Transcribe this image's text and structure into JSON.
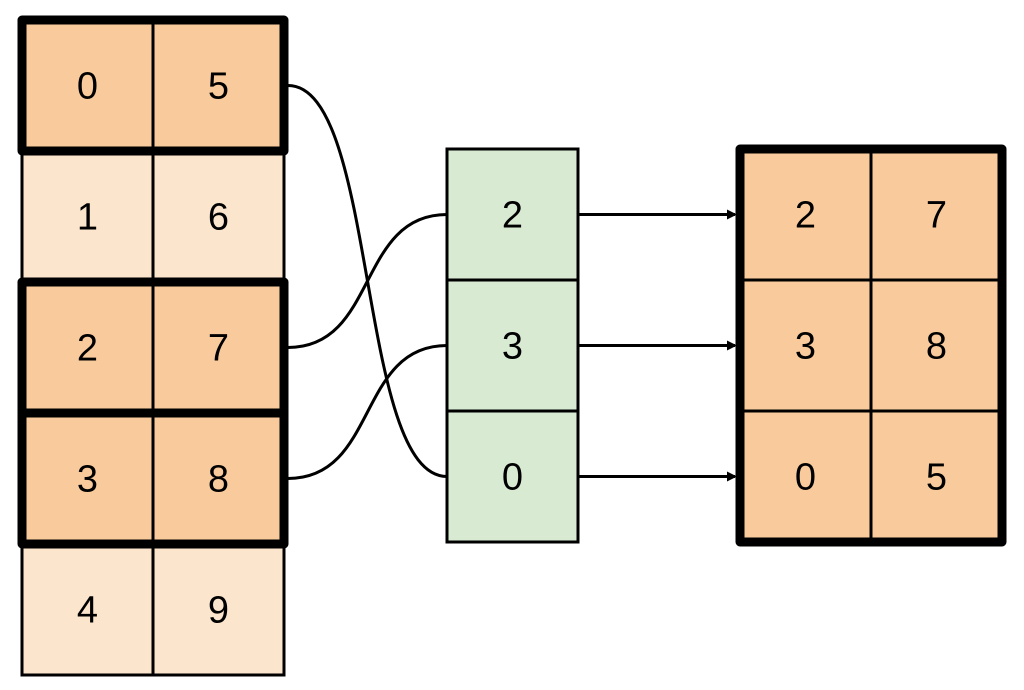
{
  "colors": {
    "selected_fill": "#f9cb9c",
    "unselected_fill": "#fce5cd",
    "index_fill": "#d9ead3",
    "stroke": "#000000",
    "background": "#ffffff"
  },
  "source_matrix": {
    "rows": [
      {
        "values": [
          "0",
          "5"
        ],
        "selected": true
      },
      {
        "values": [
          "1",
          "6"
        ],
        "selected": false
      },
      {
        "values": [
          "2",
          "7"
        ],
        "selected": true
      },
      {
        "values": [
          "3",
          "8"
        ],
        "selected": true
      },
      {
        "values": [
          "4",
          "9"
        ],
        "selected": false
      }
    ]
  },
  "index_array": {
    "values": [
      "2",
      "3",
      "0"
    ]
  },
  "result_matrix": {
    "rows": [
      {
        "values": [
          "2",
          "7"
        ]
      },
      {
        "values": [
          "3",
          "8"
        ]
      },
      {
        "values": [
          "0",
          "5"
        ]
      }
    ]
  },
  "mappings": [
    {
      "from_source_row": 0,
      "to_index_slot": 2
    },
    {
      "from_source_row": 2,
      "to_index_slot": 0
    },
    {
      "from_source_row": 3,
      "to_index_slot": 1
    }
  ],
  "arrows": [
    {
      "from_index_slot": 0,
      "to_result_row": 0
    },
    {
      "from_index_slot": 1,
      "to_result_row": 1
    },
    {
      "from_index_slot": 2,
      "to_result_row": 2
    }
  ]
}
